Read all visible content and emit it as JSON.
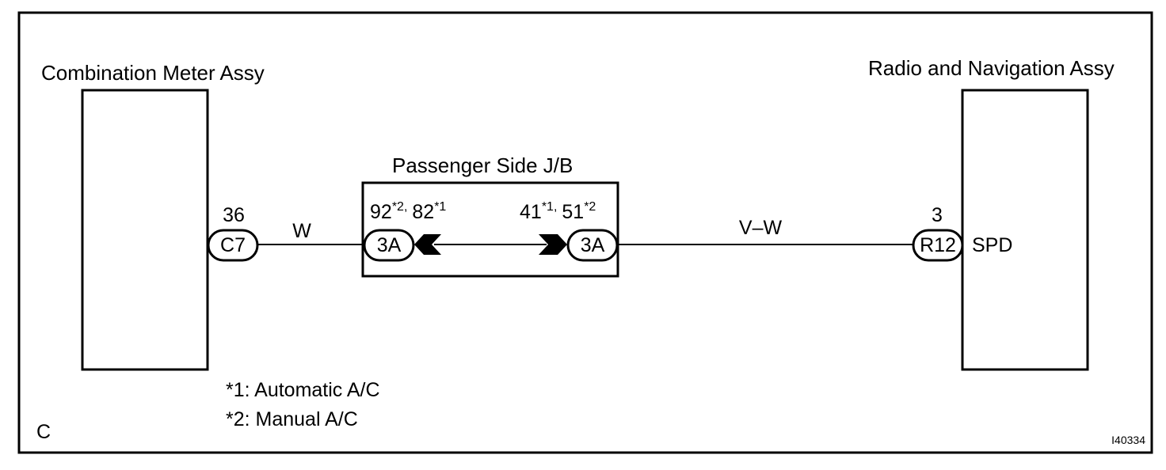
{
  "components": {
    "left_name": "Combination Meter Assy",
    "right_name": "Radio and Navigation Assy",
    "jb_name": "Passenger Side J/B"
  },
  "connectors": {
    "left": {
      "pin": "36",
      "code": "C7"
    },
    "jb_left": {
      "pins_main_a": "92",
      "pins_sup_a": "*2,",
      "pins_main_b": "82",
      "pins_sup_b": "*1",
      "code": "3A"
    },
    "jb_right": {
      "pins_main_a": "41",
      "pins_sup_a": "*1,",
      "pins_main_b": "51",
      "pins_sup_b": "*2",
      "code": "3A"
    },
    "right": {
      "pin": "3",
      "code": "R12",
      "signal": "SPD"
    }
  },
  "wires": {
    "left_color": "W",
    "right_color": "V–W"
  },
  "notes": [
    "*1: Automatic A/C",
    "*2: Manual A/C"
  ],
  "corner_letter": "C",
  "figure_id": "I40334"
}
